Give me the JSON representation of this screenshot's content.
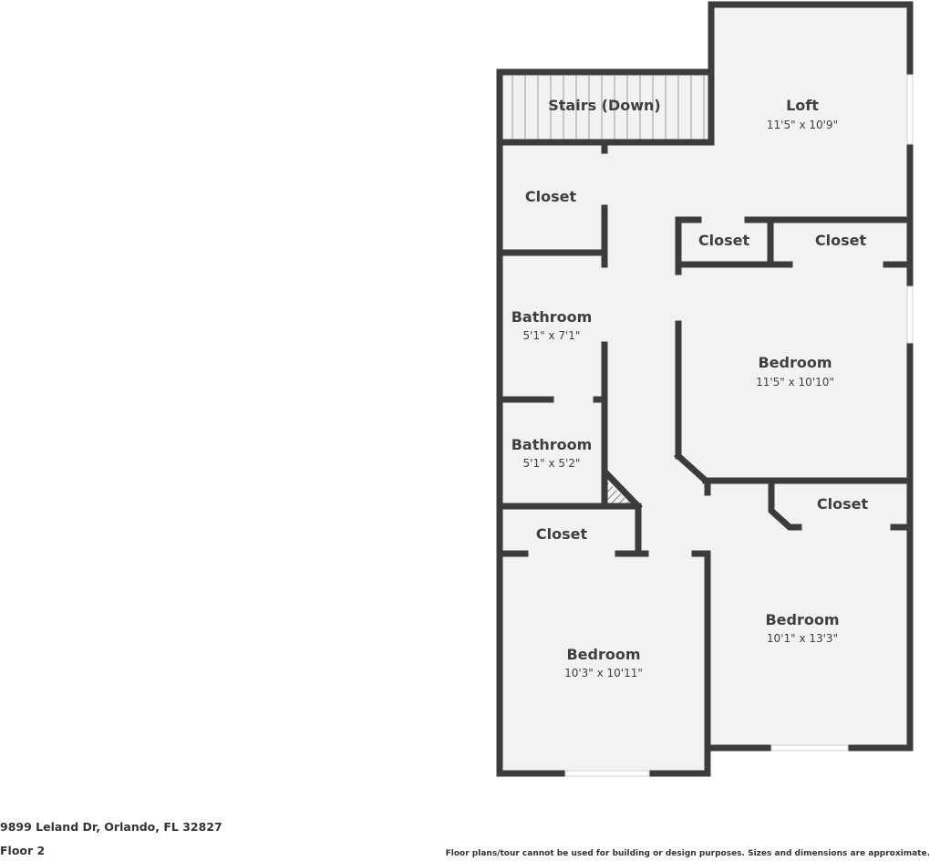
{
  "address": "9899 Leland Dr, Orlando, FL 32827",
  "floor_label": "Floor 2",
  "disclaimer": "Floor plans/tour cannot be used for building or design purposes. Sizes and dimensions are approximate.",
  "colors": {
    "wall": "#3c3c3c",
    "floor": "#f2f2f2",
    "opening": "#ffffff",
    "window": "#cfcfcf"
  },
  "rooms": {
    "stairs": {
      "name": "Stairs (Down)",
      "dims": ""
    },
    "loft": {
      "name": "Loft",
      "dims": "11'5\" x 10'9\""
    },
    "closet_top_left": {
      "name": "Closet",
      "dims": ""
    },
    "closet_center": {
      "name": "Closet",
      "dims": ""
    },
    "closet_right": {
      "name": "Closet",
      "dims": ""
    },
    "bathroom_upper": {
      "name": "Bathroom",
      "dims": "5'1\" x 7'1\""
    },
    "bathroom_lower": {
      "name": "Bathroom",
      "dims": "5'1\" x 5'2\""
    },
    "bedroom_right_upper": {
      "name": "Bedroom",
      "dims": "11'5\" x 10'10\""
    },
    "closet_right_middle": {
      "name": "Closet",
      "dims": ""
    },
    "closet_left_lower": {
      "name": "Closet",
      "dims": ""
    },
    "bedroom_left_lower": {
      "name": "Bedroom",
      "dims": "10'3\" x 10'11\""
    },
    "bedroom_right_lower": {
      "name": "Bedroom",
      "dims": "10'1\" x 13'3\""
    }
  }
}
